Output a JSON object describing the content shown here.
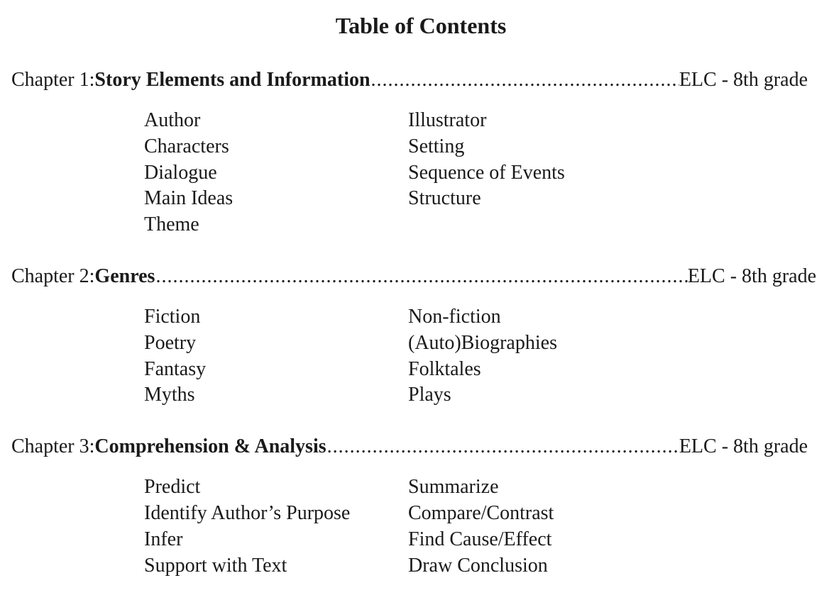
{
  "title": "Table of Contents",
  "chapters": [
    {
      "prefix": "Chapter 1: ",
      "name": "Story Elements and Information",
      "grade": "ELC - 8th grade",
      "left_topics": [
        "Author",
        "Characters",
        "Dialogue",
        "Main Ideas",
        "Theme"
      ],
      "right_topics": [
        "Illustrator",
        "Setting",
        "Sequence of Events",
        "Structure"
      ]
    },
    {
      "prefix": "Chapter 2: ",
      "name": "Genres",
      "grade": "ELC - 8th grade",
      "left_topics": [
        "Fiction",
        "Poetry",
        "Fantasy",
        "Myths"
      ],
      "right_topics": [
        "Non-fiction",
        "(Auto)Biographies",
        "Folktales",
        "Plays"
      ]
    },
    {
      "prefix": "Chapter 3: ",
      "name": "Comprehension & Analysis",
      "grade": "ELC - 8th grade",
      "left_topics": [
        "Predict",
        "Identify Author’s Purpose",
        "Infer",
        "Support with Text"
      ],
      "right_topics": [
        "Summarize",
        "Compare/Contrast",
        "Find Cause/Effect",
        "Draw Conclusion"
      ]
    }
  ]
}
